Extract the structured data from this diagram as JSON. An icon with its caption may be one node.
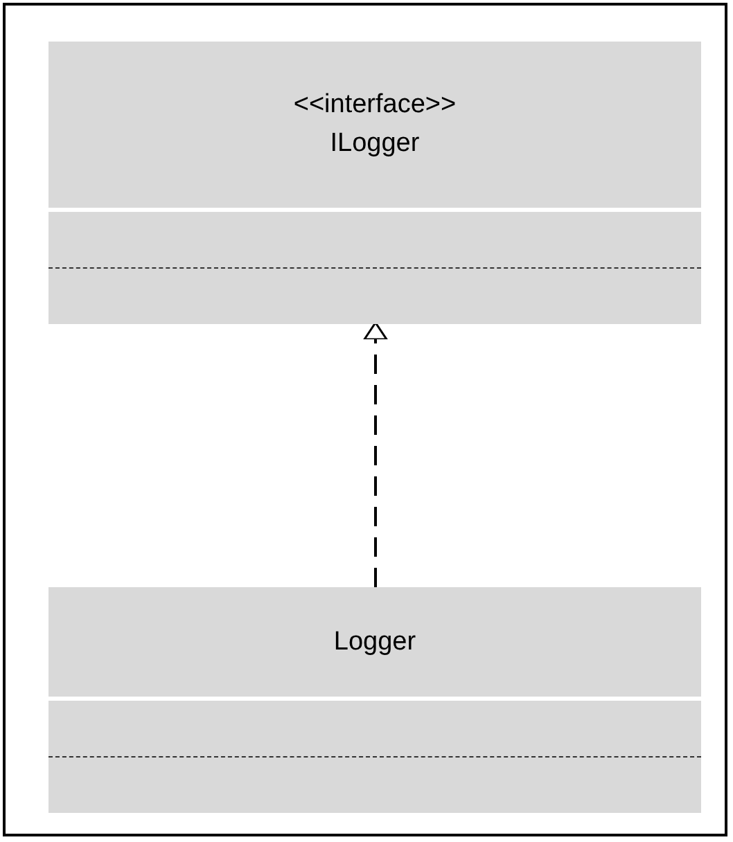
{
  "diagram": {
    "nodes": [
      {
        "text": [
          "<<interface>>",
          "ILogger"
        ]
      },
      {
        "text": [
          "Logger"
        ]
      }
    ],
    "edges": [
      {
        "from": 1,
        "to": 0,
        "arrow": "to",
        "style": "dashed"
      }
    ]
  }
}
